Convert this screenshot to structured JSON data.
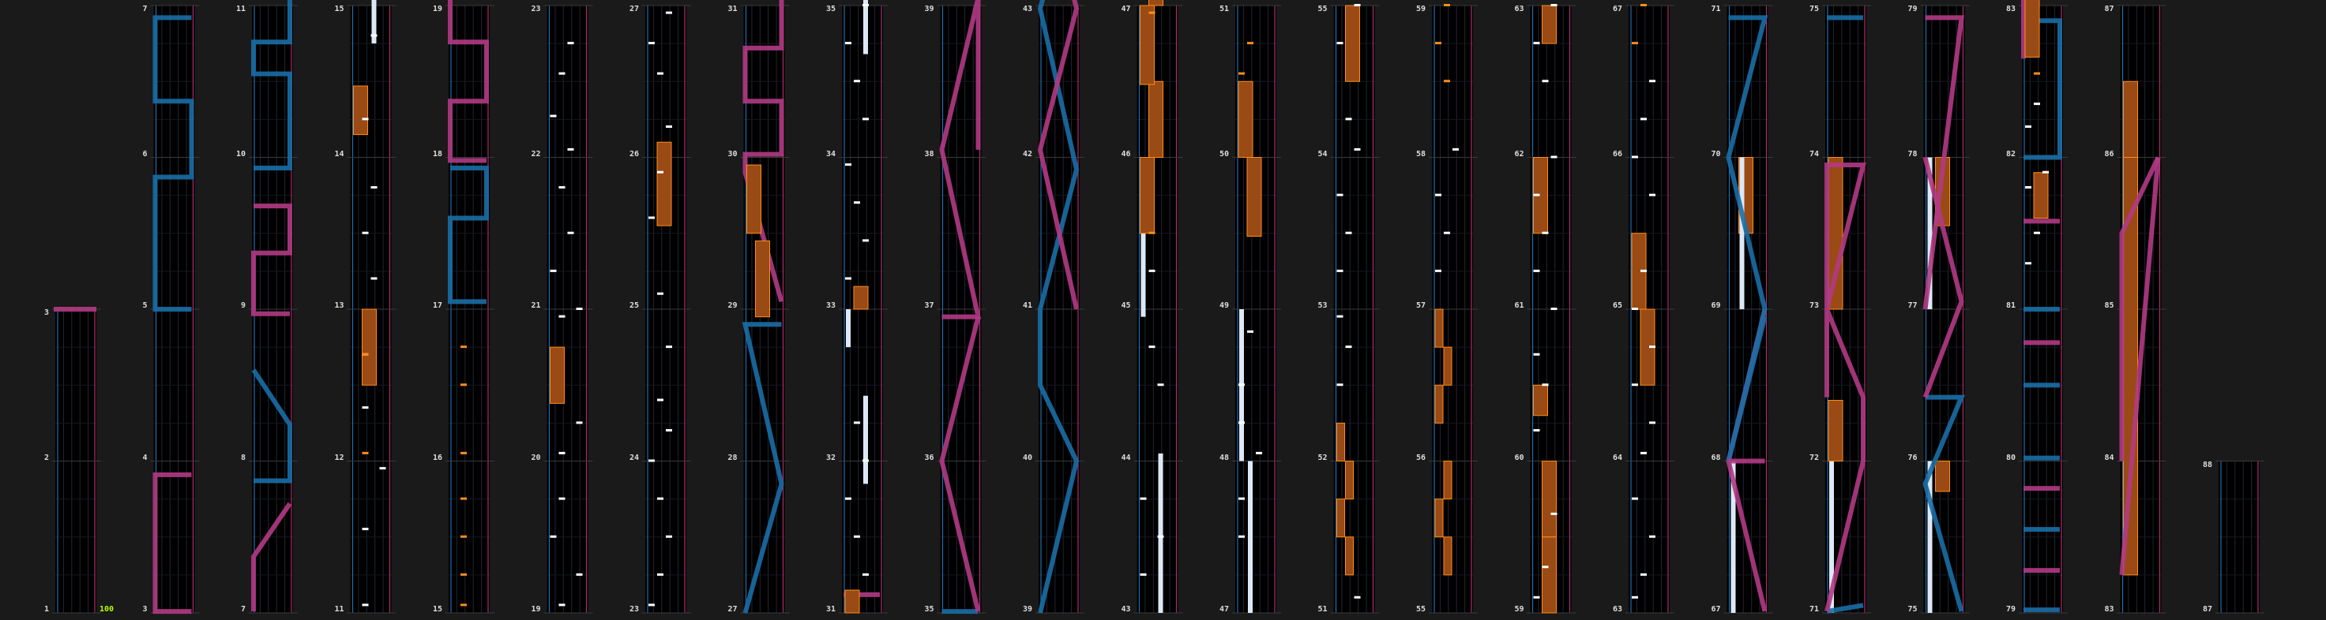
{
  "chart_view": {
    "colors": {
      "background": "#1a1a1a",
      "lane_bg": "#000000",
      "lane_grid": "#222633",
      "left_border": "#1f6fb0",
      "right_border": "#b0306f",
      "measure_line": "#3a3a3a",
      "tap_note": "#ffffff",
      "accent_note": "#ff8c1a",
      "hold_note": "#dce8f5",
      "hold_orange_fill": "#9a4a14",
      "hold_orange_border": "#ff8c1a",
      "slide_blue": "#1a6ea6",
      "slide_pink": "#b23a84",
      "label_color": "#dddddd",
      "combo_color": "#b6ff00"
    },
    "combo_count": "100",
    "columns": [
      {
        "labels": [
          "1",
          "2",
          "3"
        ]
      },
      {
        "labels": [
          "3",
          "4",
          "5",
          "6",
          "7"
        ]
      },
      {
        "labels": [
          "7",
          "8",
          "9",
          "10",
          "11"
        ]
      },
      {
        "labels": [
          "11",
          "12",
          "13",
          "14",
          "15"
        ]
      },
      {
        "labels": [
          "15",
          "16",
          "17",
          "18",
          "19"
        ]
      },
      {
        "labels": [
          "19",
          "20",
          "21",
          "22",
          "23"
        ]
      },
      {
        "labels": [
          "23",
          "24",
          "25",
          "26",
          "27"
        ]
      },
      {
        "labels": [
          "27",
          "28",
          "29",
          "30",
          "31"
        ]
      },
      {
        "labels": [
          "31",
          "32",
          "33",
          "34",
          "35"
        ]
      },
      {
        "labels": [
          "35",
          "36",
          "37",
          "38",
          "39"
        ]
      },
      {
        "labels": [
          "39",
          "40",
          "41",
          "42",
          "43"
        ]
      },
      {
        "labels": [
          "43",
          "44",
          "45",
          "46",
          "47"
        ]
      },
      {
        "labels": [
          "47",
          "48",
          "49",
          "50",
          "51"
        ]
      },
      {
        "labels": [
          "51",
          "52",
          "53",
          "54",
          "55"
        ]
      },
      {
        "labels": [
          "55",
          "56",
          "57",
          "58",
          "59"
        ]
      },
      {
        "labels": [
          "59",
          "60",
          "61",
          "62",
          "63"
        ]
      },
      {
        "labels": [
          "63",
          "64",
          "65",
          "66",
          "67"
        ]
      },
      {
        "labels": [
          "67",
          "68",
          "69",
          "70",
          "71"
        ]
      },
      {
        "labels": [
          "71",
          "72",
          "73",
          "74",
          "75"
        ]
      },
      {
        "labels": [
          "75",
          "76",
          "77",
          "78",
          "79"
        ]
      },
      {
        "labels": [
          "79",
          "80",
          "81",
          "82",
          "83"
        ]
      },
      {
        "labels": [
          "83",
          "84",
          "85",
          "86",
          "87"
        ]
      },
      {
        "labels": [
          "87",
          "88"
        ]
      }
    ]
  }
}
